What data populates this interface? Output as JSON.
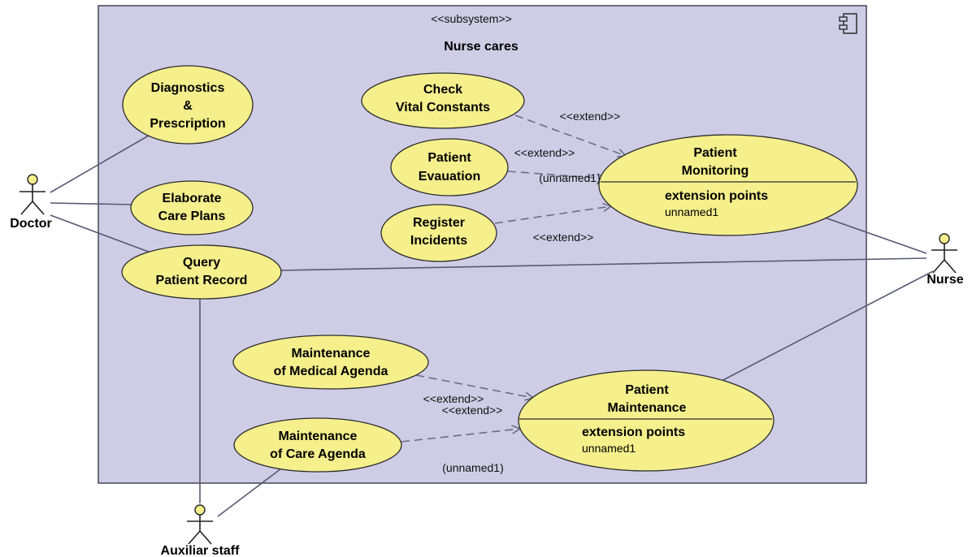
{
  "subsystem": {
    "stereotype": "<<subsystem>>",
    "name": "Nurse cares",
    "icon": "component-icon",
    "fill": "#cfcde6"
  },
  "actors": {
    "doctor": "Doctor",
    "nurse": "Nurse",
    "auxiliar": "Auxiliar staff"
  },
  "use_cases": {
    "diagnostics": [
      "Diagnostics",
      "&",
      "Prescription"
    ],
    "care_plans": [
      "Elaborate",
      "Care Plans"
    ],
    "query_record": [
      "Query",
      "Patient Record"
    ],
    "check_vital": [
      "Check",
      "Vital Constants"
    ],
    "patient_evaluation": [
      "Patient",
      "Evauation"
    ],
    "register_incidents": [
      "Register",
      "Incidents"
    ],
    "patient_monitoring": {
      "title": [
        "Patient",
        "Monitoring"
      ],
      "ext_header": "extension points",
      "ext_point": "unnamed1"
    },
    "maint_medical": [
      "Maintenance",
      "of Medical Agenda"
    ],
    "maint_care": [
      "Maintenance",
      "of Care Agenda"
    ],
    "patient_maintenance": {
      "title": [
        "Patient",
        "Maintenance"
      ],
      "ext_header": "extension points",
      "ext_point": "unnamed1"
    }
  },
  "extend_labels": {
    "check_vital": "<<extend>>",
    "patient_evaluation": "<<extend>>",
    "register_incidents": "<<extend>>",
    "maint_medical": "<<extend>>",
    "maint_care": "<<extend>>"
  },
  "condition_labels": {
    "monitoring": "(unnamed1)",
    "maintenance": "(unnamed1)"
  },
  "colors": {
    "use_case_fill": "#f5ef8c",
    "subsystem_fill": "#cfcde6",
    "line": "#555a72"
  }
}
